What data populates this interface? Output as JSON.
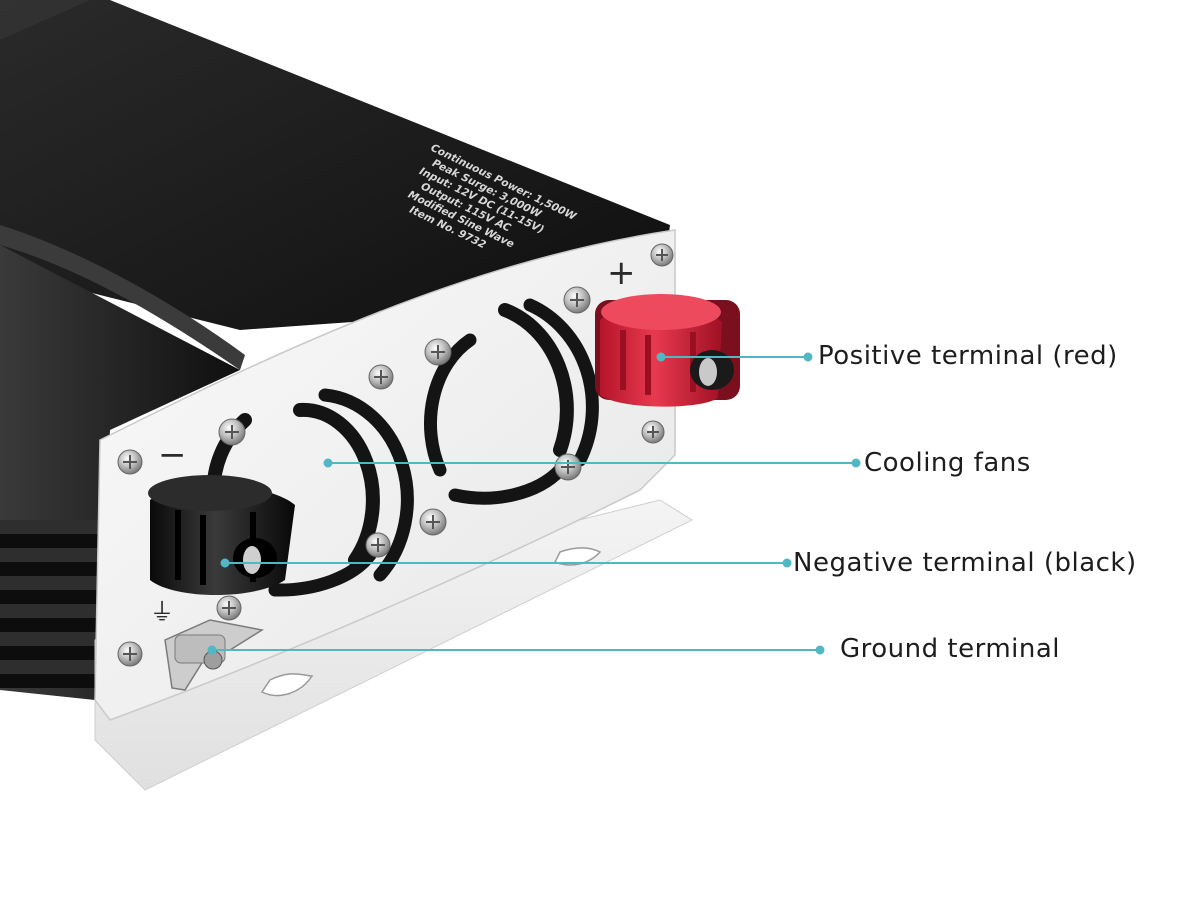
{
  "product": {
    "spec_lines": [
      "Continuous Power: 1,500W",
      "Peak Surge: 3,000W",
      "Input: 12V DC (11-15V)",
      "Output: 115V AC",
      "Modified Sine Wave",
      "Item No. 9732"
    ],
    "panel_symbols": {
      "positive": "+",
      "negative": "−",
      "ground": "⏚"
    }
  },
  "callouts": [
    {
      "id": "positive",
      "label": "Positive terminal (red)"
    },
    {
      "id": "fans",
      "label": "Cooling fans"
    },
    {
      "id": "negative",
      "label": "Negative terminal (black)"
    },
    {
      "id": "ground",
      "label": "Ground terminal"
    }
  ],
  "colors": {
    "callout_line": "#4fb8c4",
    "body": "#1b1b1b",
    "panel": "#f1f1f1",
    "positive_post": "#d8213a",
    "negative_post": "#141414"
  }
}
